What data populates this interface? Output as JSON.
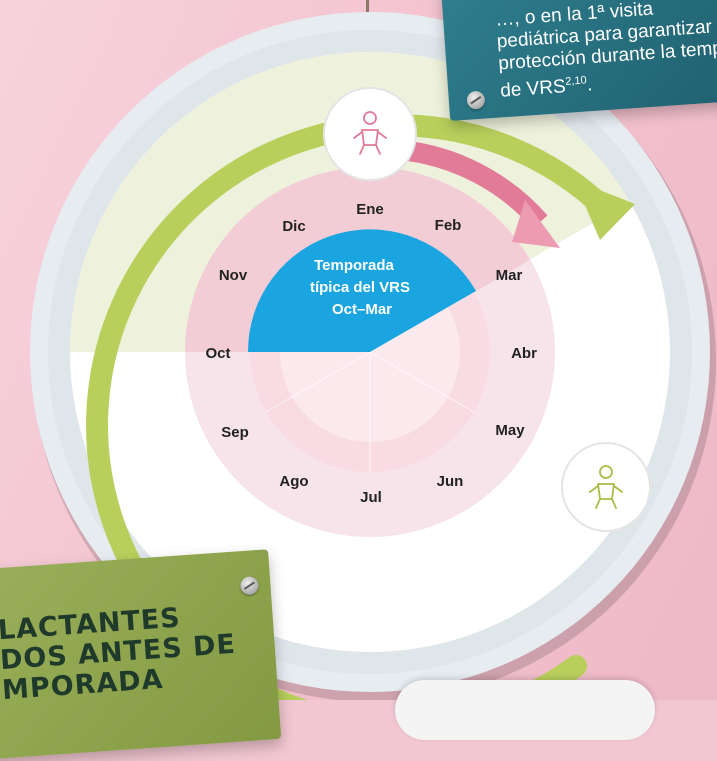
{
  "colors": {
    "background": "#f2c7d2",
    "dial_outer": "#e8eef2",
    "dial_face_upper": "#eef2dc",
    "dial_face_lower": "#ffffff",
    "month_ring": "#f2cdd5",
    "season_wedge": "#1aa4e0",
    "green_arrow": "#b9cf5c",
    "pink_arrow": "#e27b97",
    "teal_card": "#2f7f8f",
    "green_card": "#9ab05a"
  },
  "teal_card": {
    "lines": [
      "…, o en la 1ª visita",
      "pediátrica para garantizar",
      "protección durante la temporada",
      "de VRS"
    ],
    "superscript": "2,10",
    "trailing": "."
  },
  "green_card": {
    "lines": [
      "LACTANTES",
      "DOS ANTES DE",
      "MPORADA"
    ]
  },
  "dial": {
    "months": [
      "Ene",
      "Feb",
      "Mar",
      "Abr",
      "May",
      "Jun",
      "Jul",
      "Ago",
      "Sep",
      "Oct",
      "Nov",
      "Dic"
    ],
    "season_label": [
      "Temporada",
      "típica del VRS",
      "Oct–Mar"
    ]
  },
  "icons": {
    "top_marker": "baby-icon",
    "bottom_marker": "baby-icon"
  }
}
